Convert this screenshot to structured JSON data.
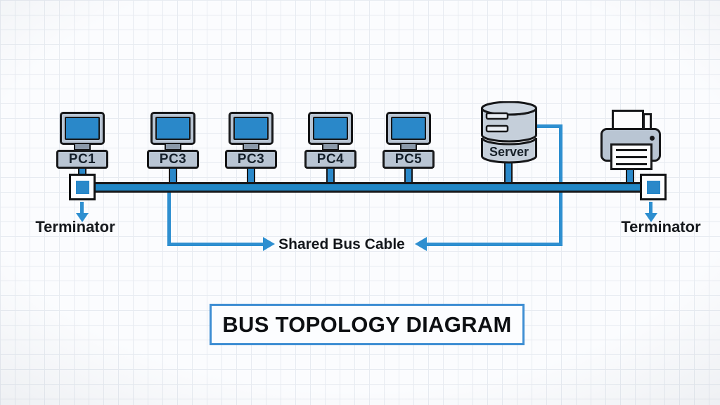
{
  "title": "BUS TOPOLOGY DIAGRAM",
  "bus": {
    "label": "Shared Bus Cable"
  },
  "terminators": {
    "left": "Terminator",
    "right": "Terminator"
  },
  "nodes": [
    {
      "label": "PC1",
      "type": "computer"
    },
    {
      "label": "PC3",
      "type": "computer"
    },
    {
      "label": "PC3",
      "type": "computer"
    },
    {
      "label": "PC4",
      "type": "computer"
    },
    {
      "label": "PC5",
      "type": "computer"
    }
  ],
  "server": {
    "label": "Server"
  },
  "icons": {
    "pc": "desktop-monitor-icon",
    "server": "database-stack-icon",
    "printer": "printer-icon",
    "terminator": "terminator-square-icon",
    "arrow_down": "down-arrow-icon",
    "arrow_left": "left-arrow-icon",
    "arrow_right": "right-arrow-icon"
  },
  "colors": {
    "bg": "#fbfcfe",
    "grid": "#e7ebf1",
    "ink": "#17181a",
    "blue": "#2a88c9",
    "cable": "#2187c6",
    "arrow": "#2e8fd0",
    "devfill": "#b9c5d3",
    "titleborder": "#3e8ed3"
  }
}
